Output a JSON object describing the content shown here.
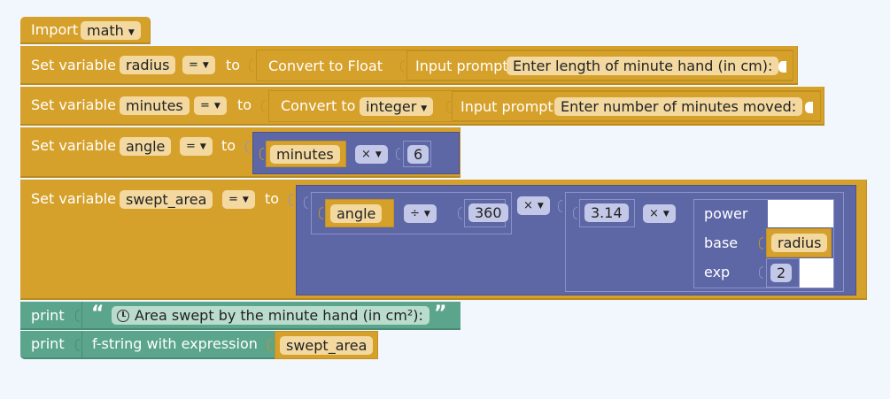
{
  "blocks": {
    "import": {
      "label": "Import",
      "module": "math"
    },
    "set_label": "Set variable",
    "eq": "=",
    "to": "to",
    "radius": {
      "var": "radius",
      "convert": "Convert to Float",
      "prompt_label": "Input prompt",
      "prompt": "Enter length of minute hand (in cm):"
    },
    "minutes": {
      "var": "minutes",
      "convert_label": "Convert to",
      "convert_type": "integer",
      "prompt_label": "Input prompt",
      "prompt": "Enter number of minutes moved:"
    },
    "angle": {
      "var": "angle",
      "operand": "minutes",
      "op": "×",
      "value": "6"
    },
    "swept": {
      "var": "swept_area",
      "angle": "angle",
      "div": "÷",
      "deg": "360",
      "times": "×",
      "pi": "3.14",
      "times2": "×",
      "power": "power",
      "base": "base",
      "base_var": "radius",
      "exp": "exp",
      "exp_val": "2"
    },
    "print1": {
      "label": "print",
      "open_quote": "“",
      "text": "Area swept by the minute hand (in cm²):",
      "close_quote": "”"
    },
    "print2": {
      "label": "print",
      "fstring": "f-string with expression",
      "var": "swept_area"
    }
  },
  "colors": {
    "variable": "#d6a12b",
    "math": "#5e67a6",
    "text": "#5ba58c",
    "background": "#f1f7fd"
  }
}
